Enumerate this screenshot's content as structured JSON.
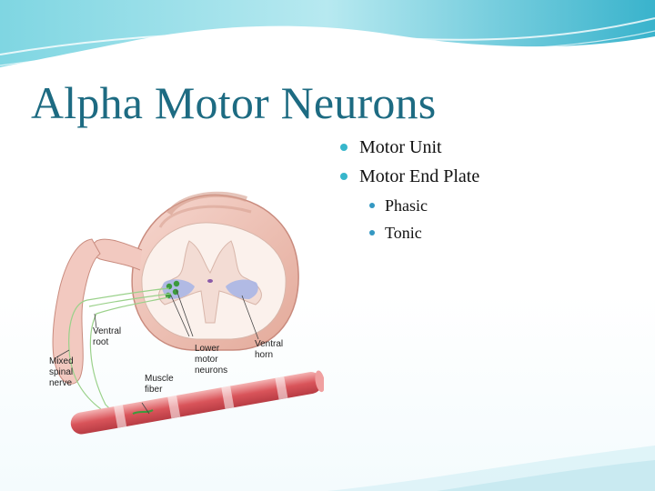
{
  "slide": {
    "title": "Alpha Motor Neurons",
    "bullets": [
      {
        "text": "Motor Unit",
        "level": 1
      },
      {
        "text": "Motor End Plate",
        "level": 1
      },
      {
        "text": "Phasic",
        "level": 2
      },
      {
        "text": "Tonic",
        "level": 2
      }
    ]
  },
  "figure": {
    "labels": {
      "ventral_root": "Ventral\nroot",
      "mixed_spinal_nerve": "Mixed\nspinal\nnerve",
      "muscle_fiber": "Muscle\nfiber",
      "lower_motor_neurons": "Lower\nmotor\nneurons",
      "ventral_horn": "Ventral\nhorn"
    }
  },
  "colors": {
    "title": "#1d6b82",
    "bullet_l1": "#37b6cb",
    "bullet_l2": "#3498c2",
    "header_wave": "#5fc6d8"
  }
}
